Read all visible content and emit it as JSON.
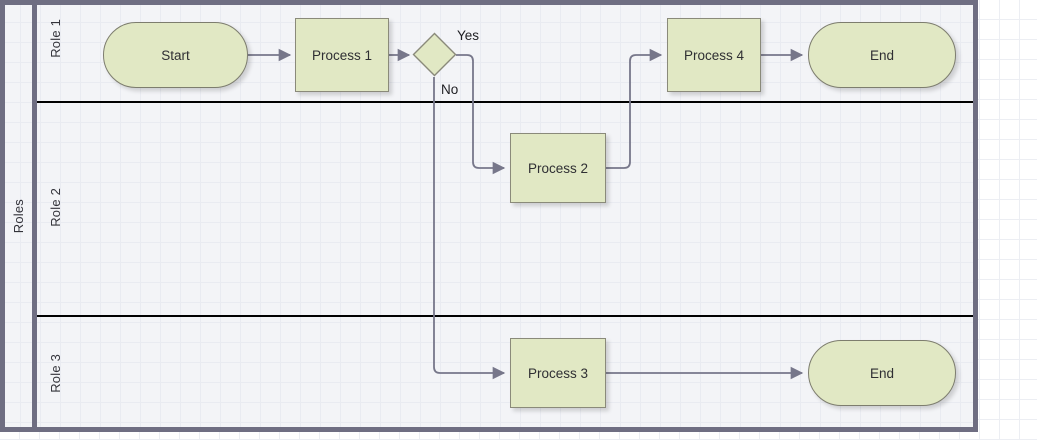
{
  "canvas": {
    "background": "#ffffff",
    "grid_color": "#eceef3",
    "grid_size": 20
  },
  "pool": {
    "title": "Roles",
    "border_color": "#6f6e82",
    "background": "#f3f4f7",
    "lane_divider_color": "#000000"
  },
  "lanes": [
    {
      "label": "Role 1"
    },
    {
      "label": "Role 2"
    },
    {
      "label": "Role 3"
    }
  ],
  "shape_style": {
    "fill": "#e1e8c4",
    "stroke": "#8a8a7a",
    "text_color": "#2f2f33"
  },
  "connector_style": {
    "stroke": "#77778a"
  },
  "nodes": [
    {
      "id": "start",
      "label": "Start",
      "type": "terminator",
      "lane": "Role 1"
    },
    {
      "id": "process1",
      "label": "Process 1",
      "type": "task",
      "lane": "Role 1"
    },
    {
      "id": "decision",
      "label": "",
      "type": "decision",
      "lane": "Role 1"
    },
    {
      "id": "process4",
      "label": "Process 4",
      "type": "task",
      "lane": "Role 1"
    },
    {
      "id": "end1",
      "label": "End",
      "type": "terminator",
      "lane": "Role 1"
    },
    {
      "id": "process2",
      "label": "Process 2",
      "type": "task",
      "lane": "Role 2"
    },
    {
      "id": "process3",
      "label": "Process 3",
      "type": "task",
      "lane": "Role 3"
    },
    {
      "id": "end2",
      "label": "End",
      "type": "terminator",
      "lane": "Role 3"
    }
  ],
  "edge_labels": {
    "yes": "Yes",
    "no": "No"
  }
}
